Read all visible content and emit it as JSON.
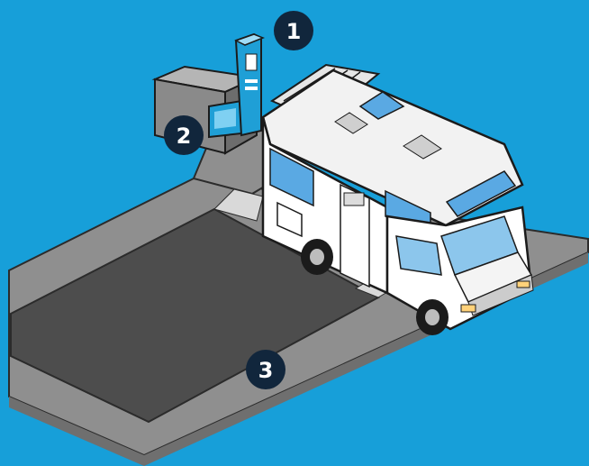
{
  "colors": {
    "background": "#179fd9",
    "platform_light": "#8f8f8f",
    "platform_dark": "#4d4d4d",
    "platform_edge": "#2b2b2b",
    "station_body": "#8a8a8a",
    "pillar_blue": "#1f9fd6",
    "camper_white": "#ffffff",
    "camper_outline": "#1b1b1b",
    "window_blue": "#5aa9e3",
    "badge_fill": "#11263c"
  },
  "badges": [
    {
      "label": "1"
    },
    {
      "label": "2"
    },
    {
      "label": "3"
    }
  ]
}
